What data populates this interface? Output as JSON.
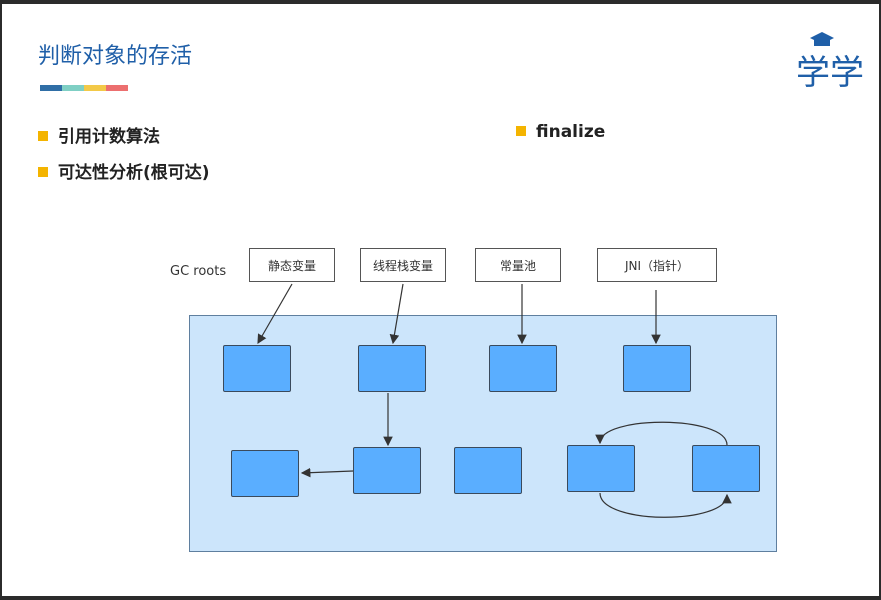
{
  "slide": {
    "title": "判断对象的存活",
    "accent_colors": [
      "#2f6ea6",
      "#7fcfc4",
      "#f3c948",
      "#ec6f6f"
    ],
    "logo_text": "学学",
    "logo_icon": "graduation-cap-icon"
  },
  "bullets_left": [
    "引用计数算法",
    "可达性分析(根可达)"
  ],
  "bullets_right": [
    "finalize"
  ],
  "diagram": {
    "gc_roots_label": "GC roots",
    "roots": [
      "静态变量",
      "线程栈变量",
      "常量池",
      "JNI（指针）"
    ],
    "heap_color": "#cce5fb",
    "object_color": "#5aaeff"
  }
}
